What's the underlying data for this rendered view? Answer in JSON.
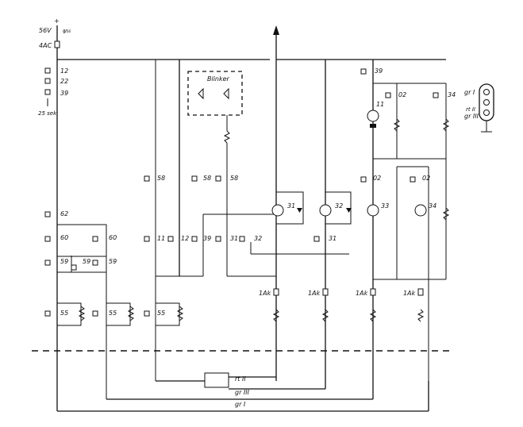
{
  "supply": {
    "voltage": "56V",
    "fuse_rating": "4AC",
    "symbol": "ψ₅₆"
  },
  "blinker": {
    "label": "Blinker"
  },
  "timer": {
    "label": "25 sek"
  },
  "left_contacts": {
    "c12": "12",
    "c22": "22",
    "c39": "39",
    "c62": "62",
    "c60a": "60",
    "c60b": "60",
    "c59a": "59",
    "c59b": "59",
    "c59c": "59",
    "c55a": "55",
    "c55b": "55",
    "c55c": "55"
  },
  "middle_contacts": {
    "c58a": "58",
    "c58b": "58",
    "c58c": "58",
    "c11": "11",
    "c12": "12",
    "c39": "39",
    "c31a": "31",
    "c32": "32"
  },
  "relays": {
    "r31": "31",
    "r32": "32",
    "r33": "33",
    "r34": "34",
    "r11": "11"
  },
  "right_contacts": {
    "c39": "39",
    "c02a": "02",
    "c02b": "02",
    "c02c": "02",
    "c34": "34",
    "c31b": "31"
  },
  "resistors": {
    "r1": "1Ak",
    "r2": "1Ak",
    "r3": "1Ak",
    "r4": "1Ak"
  },
  "signal": {
    "gr_top": "gr I",
    "rt": "rt II",
    "gr_mid": "gr III"
  },
  "bus_lines": {
    "rt": "rt II",
    "gr3": "gr III",
    "gr1": "gr I"
  }
}
